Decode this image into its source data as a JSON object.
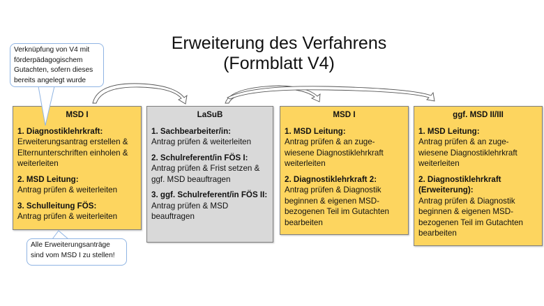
{
  "title": {
    "line1": "Erweiterung des Verfahrens",
    "line2": "(Formblatt V4)"
  },
  "callouts": {
    "top": "Verknüpfung von V4 mit förderpädagogischem Gutachten, sofern dieses bereits angelegt wurde",
    "bottom": "Alle Erweiterungsanträge sind vom MSD I zu stellen!"
  },
  "boxes": [
    {
      "header": "MSD I",
      "steps": [
        {
          "heading": "1. Diagnostiklehrkraft:",
          "text": "Erweiterungsantrag erstellen & Elternunterschriften einholen & weiterleiten"
        },
        {
          "heading": "2. MSD Leitung:",
          "text": "Antrag prüfen & weiterleiten"
        },
        {
          "heading": "3. Schulleitung FÖS:",
          "text": "Antrag prüfen & weiterleiten"
        }
      ]
    },
    {
      "header": "LaSuB",
      "steps": [
        {
          "heading": "1. Sachbearbeiter/in:",
          "text": "Antrag prüfen & weiterleiten"
        },
        {
          "heading": "2. Schulreferent/in FÖS I:",
          "text": "Antrag prüfen & Frist setzen & ggf. MSD beauftragen"
        },
        {
          "heading": "3. ggf. Schulreferent/in FÖS II:",
          "text": "Antrag prüfen & MSD beauftragen"
        }
      ]
    },
    {
      "header": "MSD I",
      "steps": [
        {
          "heading": "1. MSD Leitung:",
          "text": "Antrag prüfen & an zuge-wiesene Diagnostiklehrkraft weiterleiten"
        },
        {
          "heading": "2. Diagnostiklehrkraft 2:",
          "text": "Antrag prüfen & Diagnostik beginnen & eigenen MSD-bezogenen Teil im Gutachten bearbeiten"
        }
      ]
    },
    {
      "header": "ggf. MSD II/III",
      "steps": [
        {
          "heading": "1. MSD Leitung:",
          "text": "Antrag prüfen & an zuge-wiesene Diagnostiklehrkraft weiterleiten"
        },
        {
          "heading": "2. Diagnostiklehrkraft (Erweiterung):",
          "text": "Antrag prüfen & Diagnostik beginnen & eigenen MSD-bezogenen Teil im Gutachten bearbeiten"
        }
      ]
    }
  ],
  "colors": {
    "yellow": "#fdd55f",
    "grey": "#d9d9d9",
    "callout_border": "#8fb4e3"
  }
}
